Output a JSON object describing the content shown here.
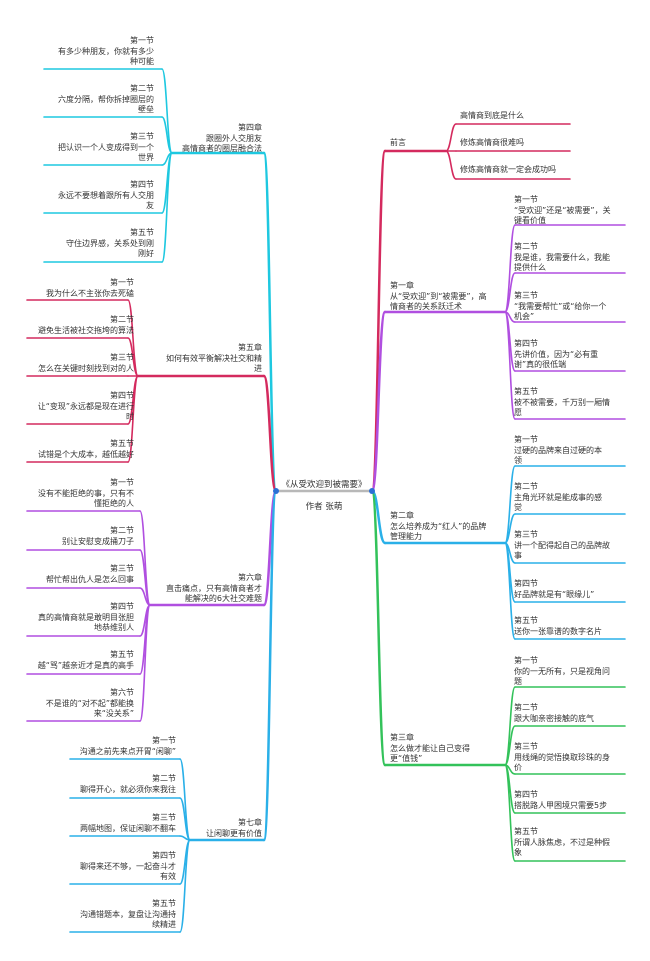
{
  "root": {
    "title": "《从受欢迎到被需要》",
    "author": "作者 张萌"
  },
  "colors": {
    "cyan": "#1ec8e0",
    "crimson": "#d42a5e",
    "purple": "#b04fe0",
    "blue": "#2ab0e8",
    "green": "#33c25a",
    "gray": "#b8b8b8",
    "node": "#2a6fd6"
  },
  "right": {
    "preface": {
      "label": "前言",
      "items": [
        "高情商到底是什么",
        "修炼高情商很难吗",
        "修炼高情商就一定会成功吗"
      ]
    },
    "ch1": {
      "label": "第一章\n从“受欢迎”到“被需要”，高\n情商者的关系跃迁术",
      "items": [
        "第一节\n“受欢迎”还是“被需要”，关\n键看价值",
        "第二节\n我是谁，我需要什么，我能\n提供什么",
        "第三节\n“我需要帮忙”或“给你一个\n机会”",
        "第四节\n先讲价值，因为“必有重\n谢”真的很低端",
        "第五节\n被不被需要，千万别一厢情\n愿"
      ]
    },
    "ch2": {
      "label": "第二章\n怎么培养成为“红人”的品牌\n管理能力",
      "items": [
        "第一节\n过硬的品牌来自过硬的本\n领",
        "第二节\n主角光环就是能成事的感\n觉",
        "第三节\n讲一个配得起自己的品牌故\n事",
        "第四节\n好品牌就是有“眼缘儿”",
        "第五节\n送你一张靠谱的数字名片"
      ]
    },
    "ch3": {
      "label": "第三章\n怎么做才能让自己变得\n更“值钱”",
      "items": [
        "第一节\n你的一无所有，只是视角问\n题",
        "第二节\n跟大咖亲密接触的底气",
        "第三节\n用线绳的觉悟换取珍珠的身\n价",
        "第四节\n搭脱路人甲困境只需要5步",
        "第五节\n所谓人脉焦虑，不过是种假\n象"
      ]
    }
  },
  "left": {
    "ch4": {
      "label": "第四章\n跟圈外人交朋友\n高情商者的圈层融合法",
      "items": [
        "第一节\n有多少种朋友，你就有多少\n种可能",
        "第二节\n六度分隔，帮你拆掉圈层的\n壁垒",
        "第三节\n把认识一个人变成得到一个\n世界",
        "第四节\n永远不要想着跟所有人交朋\n友",
        "第五节\n守住边界感，关系处到刚\n刚好"
      ]
    },
    "ch5": {
      "label": "第五章\n如何有效平衡解决社交和精\n进",
      "items": [
        "第一节\n我为什么不主张你去死磕",
        "第二节\n避免生活被社交拖垮的算法",
        "第三节\n怎么在关键时刻找到对的人",
        "第四节\n让“变现”永远都是现在进行\n时",
        "第五节\n试错是个大成本，越低越好"
      ]
    },
    "ch6": {
      "label": "第六章\n直击痛点，只有高情商者才\n能解决的6大社交难题",
      "items": [
        "第一节\n没有不能拒绝的事，只有不\n懂拒绝的人",
        "第二节\n别让安慰变成捅刀子",
        "第三节\n帮忙帮出仇人是怎么回事",
        "第四节\n真的高情商就是敢明目张胆\n地恭维别人",
        "第五节\n越“骂”越亲近才是真的高手",
        "第六节\n不是谁的“对不起”都能换\n来“没关系”"
      ]
    },
    "ch7": {
      "label": "第七章\n让闲聊更有价值",
      "items": [
        "第一节\n沟通之前先来点开胃“闲聊”",
        "第二节\n聊得开心，就必须你来我往",
        "第三节\n两幅地图，保证闲聊不翻车",
        "第四节\n聊得来还不够，一起奋斗才\n有效",
        "第五节\n沟通错题本，复盘让沟通持\n续精进"
      ]
    }
  }
}
